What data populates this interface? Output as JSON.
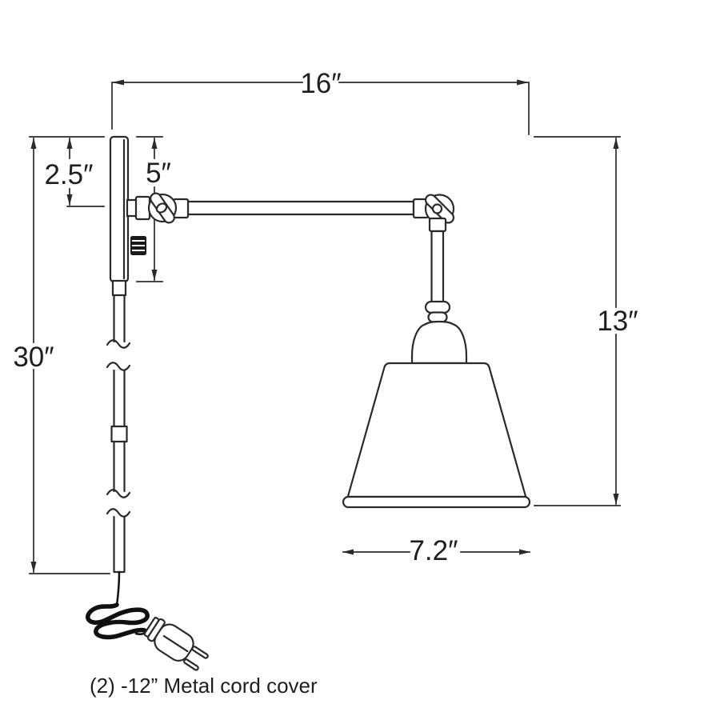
{
  "caption": "(2) -12” Metal cord cover",
  "dimensions": {
    "arm_projection": "16″",
    "plate_offset": "2.5″",
    "plate_height": "5″",
    "overall_height": "30″",
    "drop_height": "13″",
    "shade_width": "7.2″"
  },
  "colors": {
    "line": "#2a2a2a",
    "background": "#ffffff",
    "cord": "#111111"
  }
}
